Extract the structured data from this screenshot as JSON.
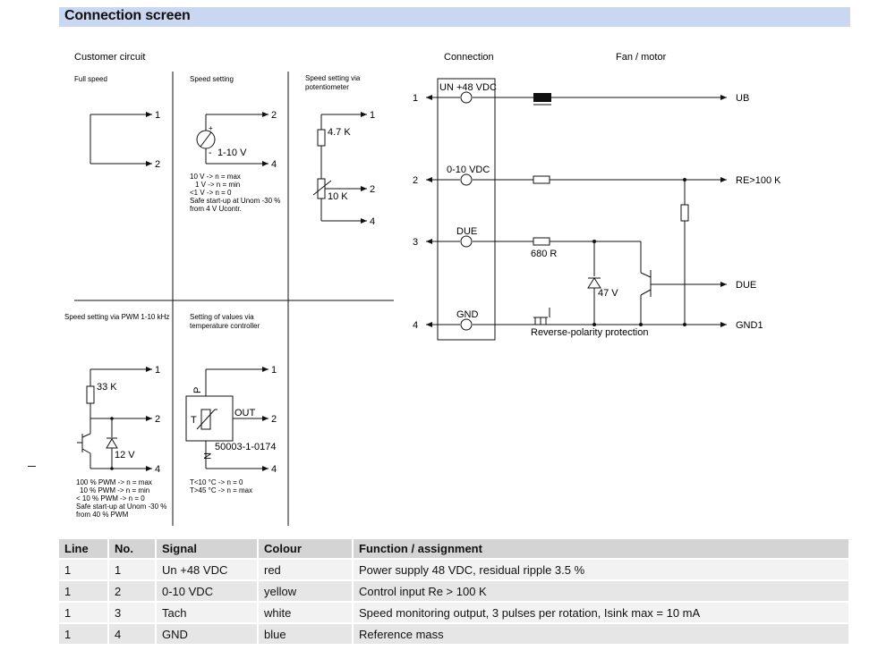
{
  "title": "Connection screen",
  "customer_circuit": {
    "heading": "Customer circuit",
    "full_speed": {
      "label": "Full speed",
      "pins": [
        "1",
        "2"
      ]
    },
    "speed_setting": {
      "label": "Speed setting",
      "plus": "+",
      "minus": "-",
      "source": "1-10 V",
      "pins": [
        "2",
        "4"
      ],
      "notes": [
        "10 V -> n = max",
        "1 V -> n = min",
        "<1 V -> n = 0",
        "Safe start-up at Unom -30 %",
        "from 4 V Ucontr."
      ]
    },
    "speed_setting_pot": {
      "label_line1": "Speed setting via",
      "label_line2": "potentiometer",
      "r1": "4.7 K",
      "r2": "10 K",
      "pins": [
        "1",
        "2",
        "4"
      ]
    },
    "pwm": {
      "label": "Speed setting via PWM 1-10 kHz",
      "resistor": "33 K",
      "zener": "12 V",
      "pins": [
        "1",
        "2",
        "4"
      ],
      "notes": [
        "100 % PWM -> n = max",
        "10 % PWM -> n = min",
        "< 10 % PWM -> n = 0",
        "Safe start-up at Unom -30 %",
        "from 40 % PWM"
      ]
    },
    "temp_controller": {
      "label_line1": "Setting of values via",
      "label_line2": "temperature controller",
      "p": "P",
      "n": "N",
      "t": "T",
      "out": "OUT",
      "part": "50003-1-0174",
      "pins": [
        "1",
        "2",
        "4"
      ],
      "notes": [
        "T<10 °C -> n = 0",
        "T>45 °C -> n = max"
      ]
    }
  },
  "connection": {
    "heading": "Connection",
    "fan_heading": "Fan / motor",
    "terminals": [
      {
        "pin": "1",
        "label": "UN +48 VDC",
        "right": "UB"
      },
      {
        "pin": "2",
        "label": "0-10 VDC",
        "right": "RE>100 K"
      },
      {
        "pin": "3",
        "label": "DUE",
        "right": "DUE"
      },
      {
        "pin": "4",
        "label": "GND",
        "right": "GND1"
      }
    ],
    "r680": "680 R",
    "zener": "47 V",
    "reverse": "Reverse-polarity protection"
  },
  "table": {
    "headers": [
      "Line",
      "No.",
      "Signal",
      "Colour",
      "Function / assignment"
    ],
    "rows": [
      [
        "1",
        "1",
        "Un +48 VDC",
        "red",
        "Power supply 48 VDC, residual ripple 3.5 %"
      ],
      [
        "1",
        "2",
        "0-10 VDC",
        "yellow",
        "Control input Re > 100 K"
      ],
      [
        "1",
        "3",
        "Tach",
        "white",
        "Speed monitoring output, 3 pulses per rotation, Isink max = 10 mA"
      ],
      [
        "1",
        "4",
        "GND",
        "blue",
        "Reference mass"
      ]
    ]
  }
}
